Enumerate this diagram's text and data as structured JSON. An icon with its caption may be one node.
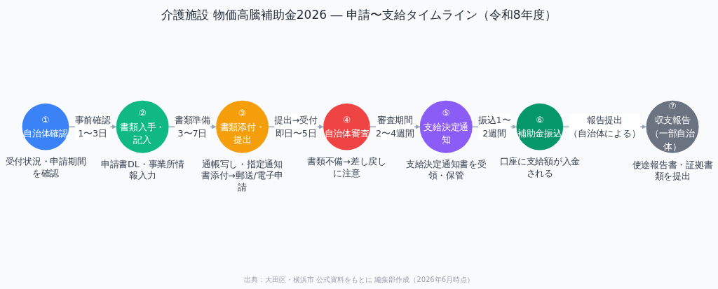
{
  "diagram": {
    "title": "介護施設 物価高騰補助金2026 ― 申請〜支給タイムライン（令和8年度）",
    "caption": "出典：大田区・横浜市 公式資料をもとに 編集部作成（2026年6月時点）",
    "nodes": [
      {
        "text": [
          "①",
          "自治体確認"
        ],
        "beside": [
          "受付状況・申請期間を確認"
        ]
      },
      {
        "text": [
          "②",
          "書類入手・記入"
        ],
        "beside": [
          "申請書DL・事業所情報入力"
        ]
      },
      {
        "text": [
          "③",
          "書類添付・提出"
        ],
        "beside": [
          "通帳写し・指定通知書添付→郵送/電子申請"
        ]
      },
      {
        "text": [
          "④",
          "自治体審査"
        ],
        "beside": [
          "書類不備→差し戻しに注意"
        ]
      },
      {
        "text": [
          "⑤",
          "支給決定通知"
        ],
        "beside": [
          "支給決定通知書を受領・保管"
        ]
      },
      {
        "text": [
          "⑥",
          "補助金振込"
        ],
        "beside": [
          "口座に支給額が入金される"
        ]
      },
      {
        "text": [
          "⑦",
          "収支報告（一部自治体）"
        ],
        "beside": [
          "使途報告書・証拠書類を提出"
        ]
      }
    ],
    "edges": [
      {
        "from": 0,
        "to": 1,
        "arrow": "to",
        "label": "事前確認1〜3日"
      },
      {
        "from": 1,
        "to": 2,
        "arrow": "to",
        "label": "書類準備3〜7日"
      },
      {
        "from": 2,
        "to": 3,
        "arrow": "to",
        "label": "提出→受付即日〜5日"
      },
      {
        "from": 3,
        "to": 4,
        "arrow": "to",
        "label": "審査期間2〜4週間"
      },
      {
        "from": 4,
        "to": 5,
        "arrow": "to",
        "label": "振込1〜2週間"
      },
      {
        "from": 5,
        "to": 6,
        "arrow": "to",
        "label": "報告提出（自治体による）"
      }
    ]
  }
}
